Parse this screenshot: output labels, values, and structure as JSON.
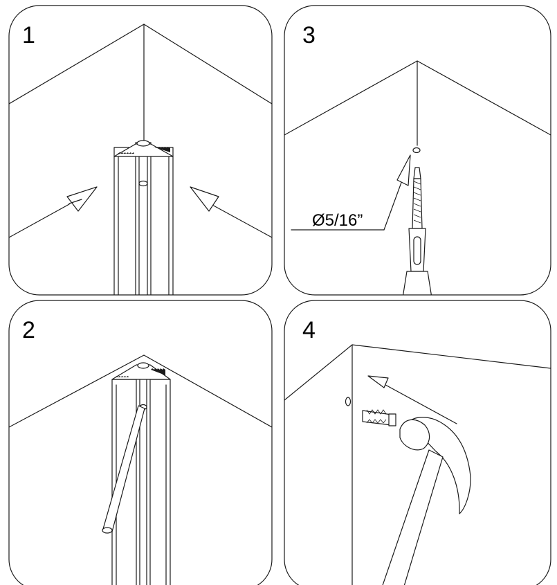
{
  "steps": [
    {
      "number": "1"
    },
    {
      "number": "2"
    },
    {
      "number": "3",
      "dimension": "Ø5/16”"
    },
    {
      "number": "4"
    }
  ],
  "colors": {
    "line": "#1a1a1a",
    "background": "#ffffff"
  }
}
